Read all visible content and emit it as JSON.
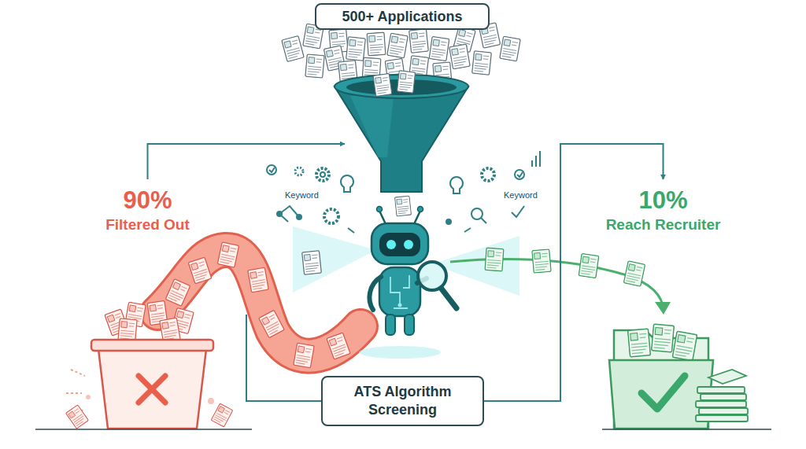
{
  "diagram": {
    "nodes": [
      {
        "text": [
          "500+ Applications"
        ]
      },
      {
        "text": [
          "90%",
          "Filtered Out"
        ]
      },
      {
        "text": [
          "10%",
          "Reach Recruiter"
        ]
      },
      {
        "text": [
          "ATS Algorithm Screening"
        ]
      }
    ],
    "edges": [
      {
        "from": 1,
        "to": 0,
        "arrow": "to"
      },
      {
        "from": 3,
        "to": 2,
        "arrow": "to"
      }
    ],
    "labels": [
      "Keyword",
      "Keyword"
    ]
  }
}
